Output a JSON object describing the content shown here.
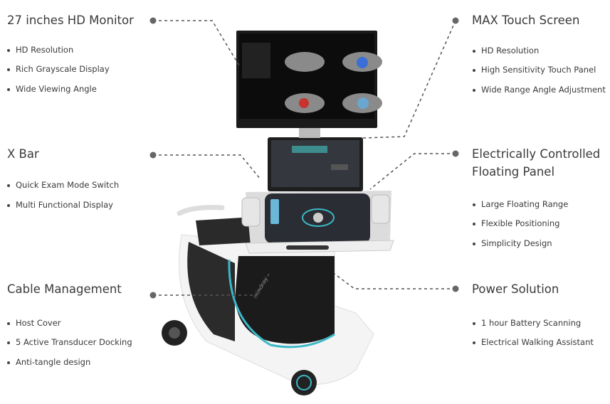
{
  "features": {
    "monitor": {
      "title": "27 inches HD Monitor",
      "items": [
        "HD Resolution",
        "Rich Grayscale Display",
        "Wide Viewing Angle"
      ]
    },
    "xbar": {
      "title": "X Bar",
      "items": [
        "Quick Exam Mode Switch",
        "Multi Functional Display"
      ]
    },
    "cable": {
      "title": "Cable Management",
      "items": [
        "Host Cover",
        "5 Active Transducer Docking",
        "Anti-tangle design"
      ]
    },
    "touch": {
      "title": "MAX Touch Screen",
      "items": [
        "HD Resolution",
        "High Sensitivity Touch Panel",
        "Wide Range Angle Adjustment"
      ]
    },
    "panel": {
      "title_line1": "Electrically Controlled",
      "title_line2": "Floating Panel",
      "items": [
        "Large Floating Range",
        "Flexible Positioning",
        "Simplicity Design"
      ]
    },
    "power": {
      "title": "Power Solution",
      "items": [
        "1 hour Battery Scanning",
        "Electrical Walking Assistant"
      ]
    }
  },
  "brand": "mindray",
  "colors": {
    "text": "#3a3a3a",
    "connector": "#555555",
    "accent": "#3bb8c8"
  }
}
